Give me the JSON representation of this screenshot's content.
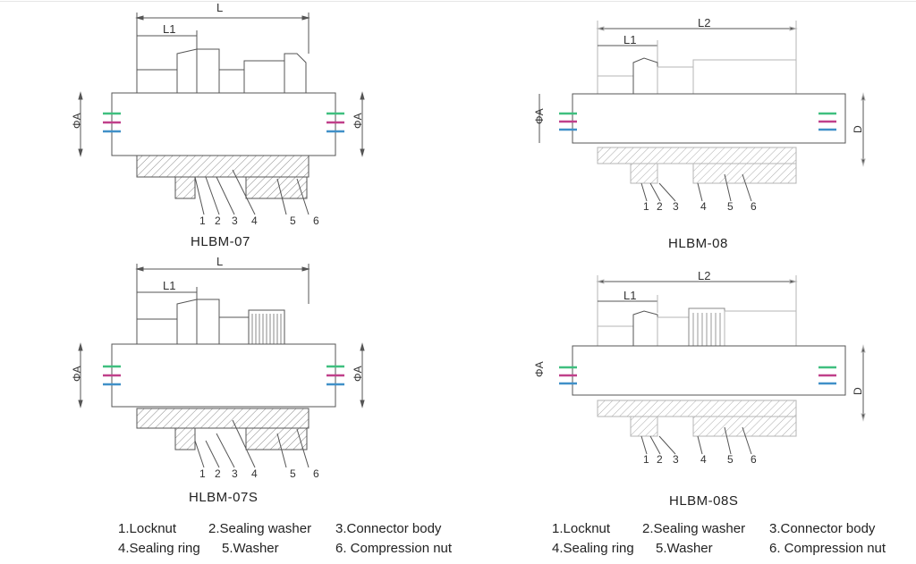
{
  "diagrams": [
    {
      "id": "d07",
      "caption": "HLBM-07",
      "length_label": "L",
      "l1_label": "L1",
      "dia_label_left": "ΦA",
      "dia_label_right": "ΦA",
      "parts": [
        "1",
        "2",
        "3",
        "4",
        "5",
        "6"
      ]
    },
    {
      "id": "d08",
      "caption": "HLBM-08",
      "length_label": "L2",
      "l1_label": "L1",
      "dia_label_left": "ΦA",
      "dia_label_right": "D",
      "parts": [
        "1",
        "2",
        "3",
        "4",
        "5",
        "6"
      ]
    },
    {
      "id": "d07s",
      "caption": "HLBM-07S",
      "length_label": "L",
      "l1_label": "L1",
      "dia_label_left": "ΦA",
      "dia_label_right": "ΦA",
      "parts": [
        "1",
        "2",
        "3",
        "4",
        "5",
        "6"
      ]
    },
    {
      "id": "d08s",
      "caption": "HLBM-08S",
      "length_label": "L2",
      "l1_label": "L1",
      "dia_label_left": "ΦA",
      "dia_label_right": "D",
      "parts": [
        "1",
        "2",
        "3",
        "4",
        "5",
        "6"
      ]
    }
  ],
  "legend_left": [
    "1.Locknut",
    "2.Sealing washer",
    "3.Connector body",
    "4.Sealing ring",
    "5.Washer",
    "6. Compression nut"
  ],
  "legend_right": [
    "1.Locknut",
    "2.Sealing washer",
    "3.Connector body",
    "4.Sealing ring",
    "5.Washer",
    "6. Compression nut"
  ],
  "colors": {
    "line": "#555555",
    "faint": "#b5b5b5",
    "hatch": "#888888",
    "wire_green": "#3fbf7f",
    "wire_magenta": "#c0408a",
    "wire_blue": "#4090c8"
  }
}
